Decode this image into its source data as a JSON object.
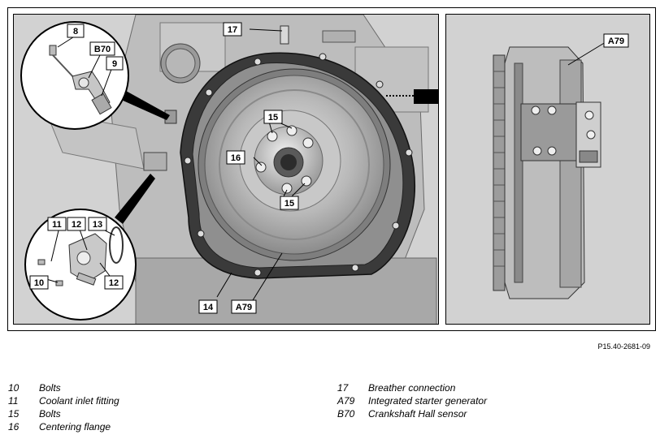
{
  "figure": {
    "code": "P15.40-2681-09",
    "callouts_main": {
      "c17": "17",
      "c15a": "15",
      "c16": "16",
      "c15b": "15",
      "c14": "14",
      "a79": "A79"
    },
    "callouts_inset_top": {
      "c8": "8",
      "b70": "B70",
      "c9": "9"
    },
    "callouts_inset_bottom": {
      "c11": "11",
      "c12a": "12",
      "c13": "13",
      "c10": "10",
      "c12b": "12"
    },
    "callouts_side": {
      "a79": "A79"
    }
  },
  "legend": {
    "left": [
      {
        "num": "10",
        "text": "Bolts"
      },
      {
        "num": "11",
        "text": "Coolant inlet fitting"
      },
      {
        "num": "15",
        "text": "Bolts"
      },
      {
        "num": "16",
        "text": "Centering flange"
      }
    ],
    "right": [
      {
        "num": "17",
        "text": "Breather connection"
      },
      {
        "num": "A79",
        "text": "Integrated starter generator"
      },
      {
        "num": "B70",
        "text": "Crankshaft Hall sensor"
      }
    ]
  }
}
